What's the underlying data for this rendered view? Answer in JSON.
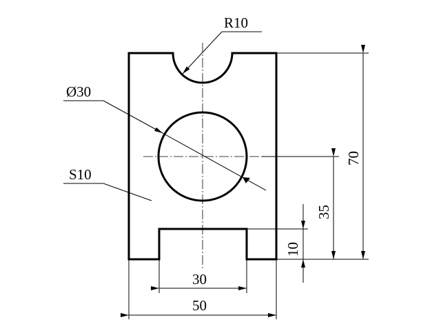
{
  "drawing": {
    "labels": {
      "radius": "R10",
      "diameter": "Ø30",
      "thickness": "S10",
      "slot_width": "30",
      "total_width": "50",
      "slot_height": "10",
      "hole_height": "35",
      "total_height": "70"
    }
  }
}
